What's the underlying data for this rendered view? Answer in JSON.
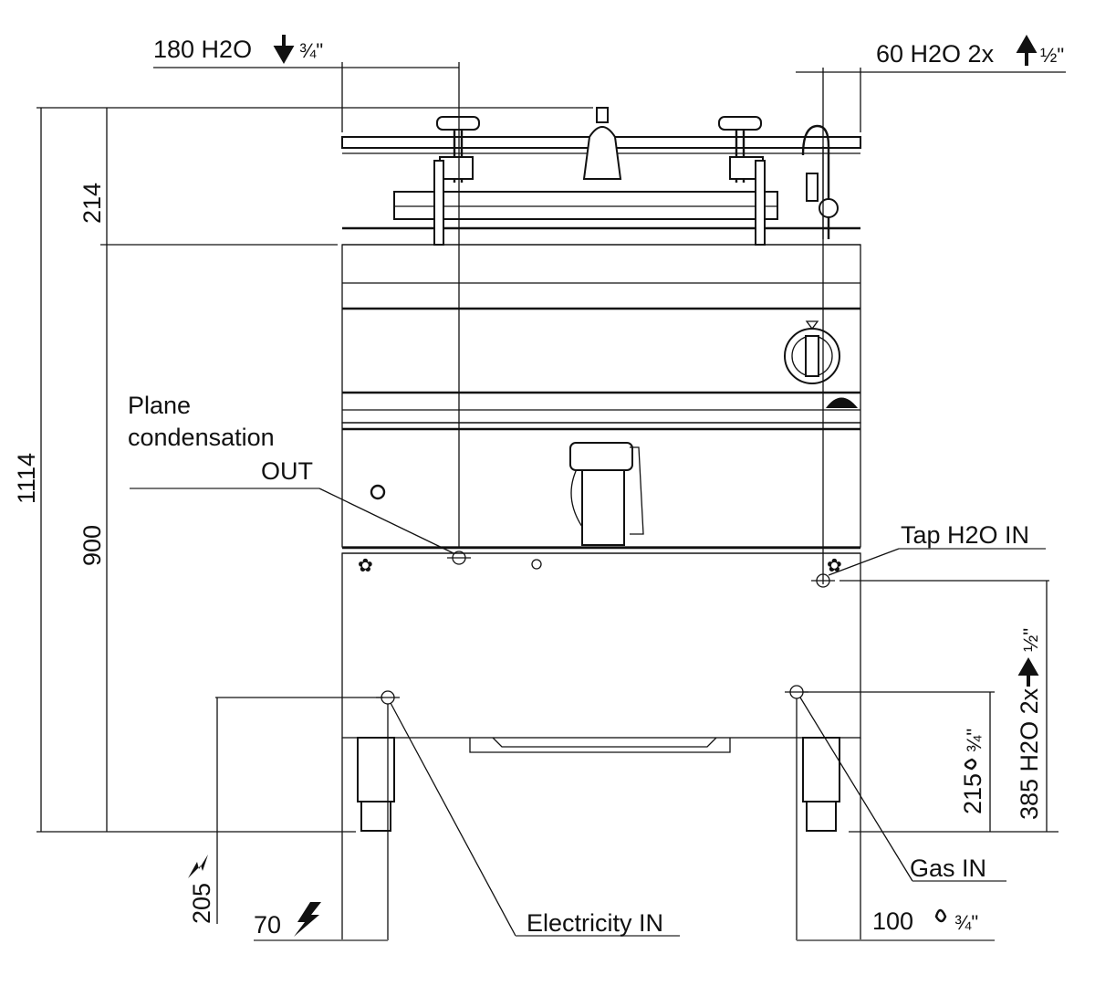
{
  "dimensions": {
    "top_left": {
      "value": "180 H2O",
      "fraction": "¾\"",
      "direction": "down"
    },
    "top_right": {
      "value": "60 H2O 2x",
      "fraction": "½\"",
      "direction": "up"
    },
    "height_lid": "214",
    "height_total": "1114",
    "height_body": "900",
    "right_water": {
      "value": "385 H2O 2x",
      "fraction": "½\"",
      "direction": "up"
    },
    "right_gas": {
      "value": "215",
      "fraction": "¾\""
    },
    "left_electric": "205",
    "bottom_electric": "70",
    "bottom_gas": {
      "value": "100",
      "fraction": "¾\""
    }
  },
  "labels": {
    "condensation_line1": "Plane",
    "condensation_line2": "condensation",
    "condensation_line3": "OUT",
    "tap_water": "Tap H2O IN",
    "electricity": "Electricity IN",
    "gas": "Gas IN"
  },
  "icons": {
    "water_down": "arrow-down-icon",
    "water_up": "arrow-up-icon",
    "electric": "lightning-icon",
    "gas": "flame-icon"
  }
}
